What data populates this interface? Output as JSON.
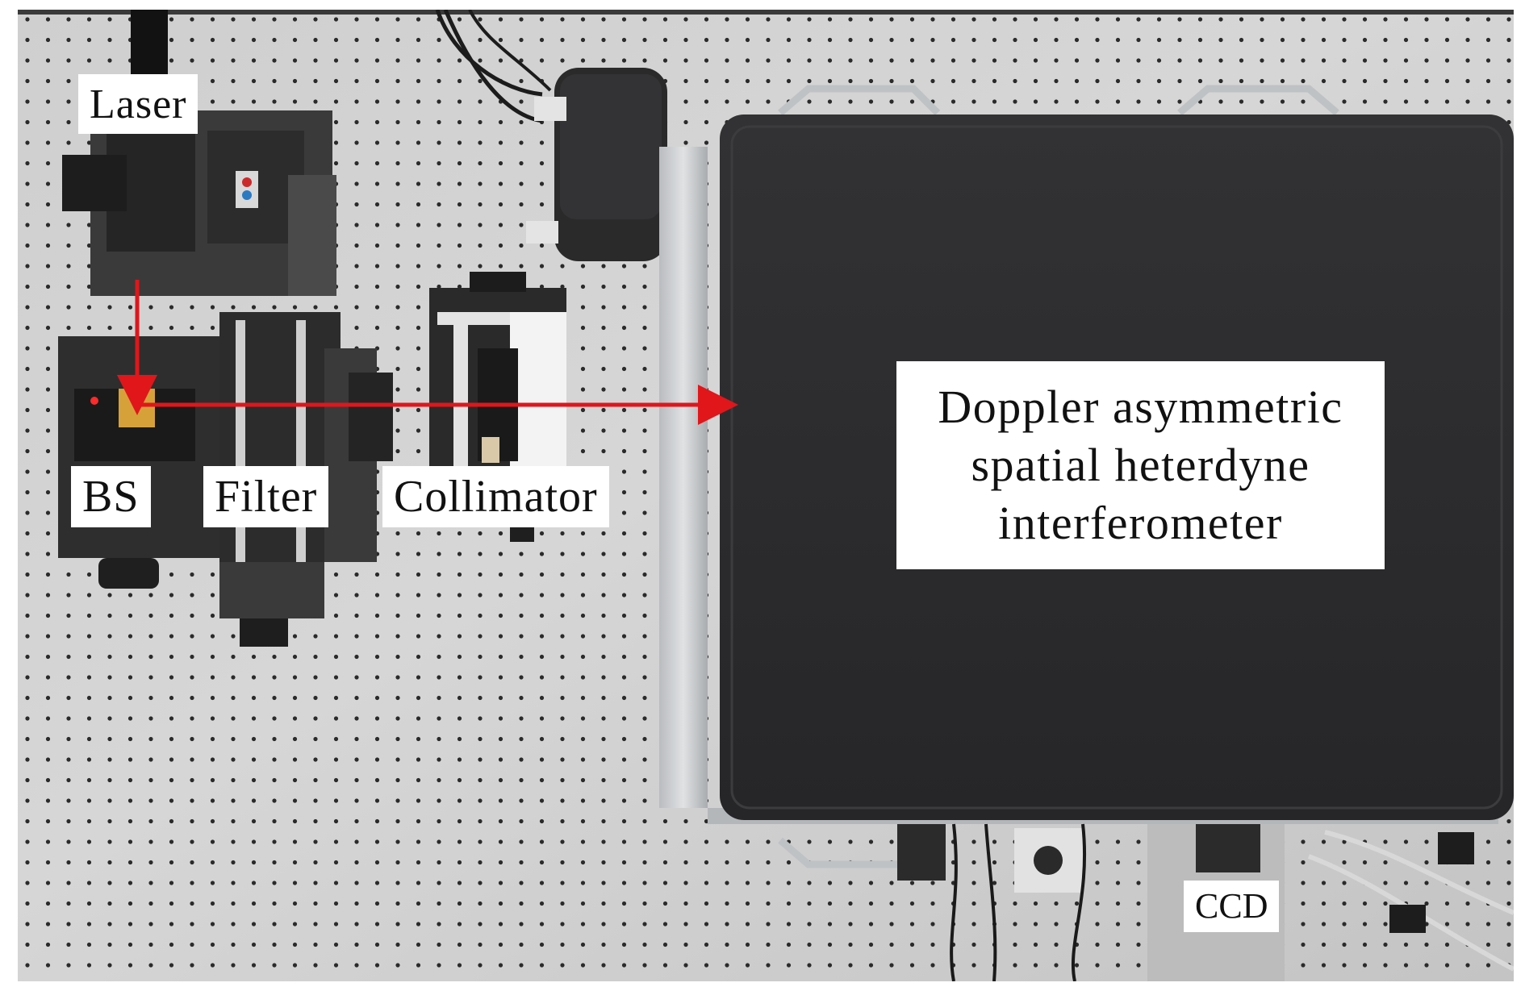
{
  "labels": {
    "laser": "Laser",
    "bs": "BS",
    "filter": "Filter",
    "collimator": "Collimator",
    "dash_line1": "Doppler asymmetric",
    "dash_line2": "spatial heterdyne",
    "dash_line3": "interferometer",
    "ccd": "CCD"
  },
  "colors": {
    "beam": "#e0161b",
    "table": "#c9c9c9",
    "instrument_body": "#2b2b2c",
    "hole": "#2a2a2a"
  }
}
